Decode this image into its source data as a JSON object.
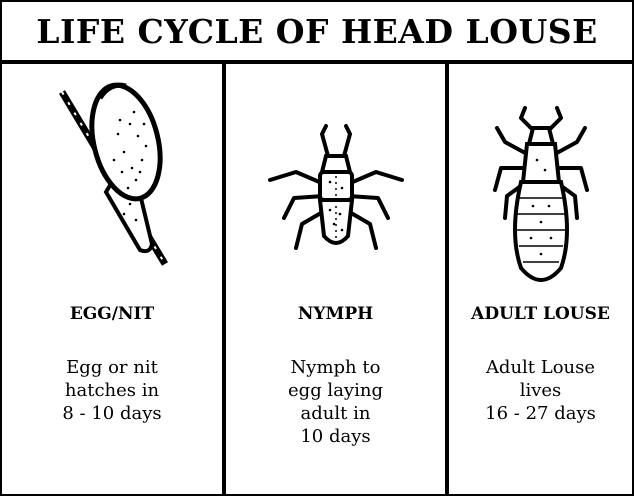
{
  "title": "LIFE CYCLE OF HEAD LOUSE",
  "stages": [
    {
      "name": "EGG/NIT",
      "icon": "egg-nit-illustration",
      "description_lines": [
        "Egg or nit",
        "hatches in",
        "8 - 10 days"
      ]
    },
    {
      "name": "NYMPH",
      "icon": "nymph-illustration",
      "description_lines": [
        "Nymph to",
        "egg laying",
        "adult in",
        "10 days"
      ]
    },
    {
      "name": "ADULT LOUSE",
      "icon": "adult-louse-illustration",
      "description_lines": [
        "Adult Louse",
        "lives",
        "16 - 27 days"
      ]
    }
  ]
}
